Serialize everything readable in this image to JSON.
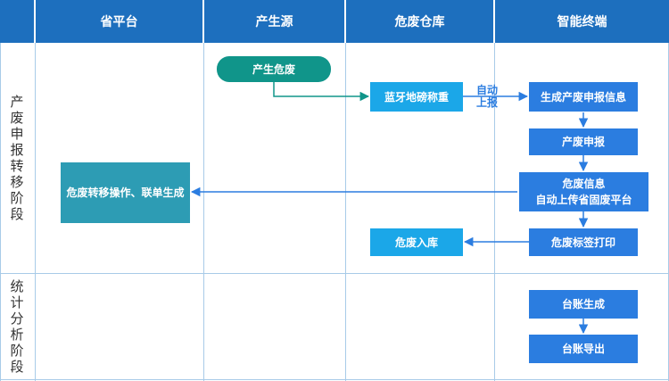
{
  "columns": [
    "省平台",
    "产生源",
    "危废仓库",
    "智能终端"
  ],
  "phases": {
    "transfer": "产废申报转移阶段",
    "analysis": "统计分析阶段"
  },
  "nodes": {
    "generate": "产生危废",
    "weighing": "蓝牙地磅称重",
    "gen_declare_info": "生成产废申报信息",
    "declare": "产废申报",
    "upload_line1": "危废信息",
    "upload_line2": "自动上传省固废平台",
    "transfer_op": "危废转移操作、联单生成",
    "warehouse_in": "危废入库",
    "label_print": "危废标签打印",
    "ledger_gen": "台账生成",
    "ledger_export": "台账导出"
  },
  "edge_labels": {
    "auto_report_line1": "自动",
    "auto_report_line2": "上报"
  },
  "colors": {
    "header": "#1d6fbe",
    "node_blue": "#2b7de0",
    "node_cyan": "#1ba7e8",
    "node_teal": "#2d9cb4",
    "start": "#10958a",
    "grid": "#a8cbe8"
  }
}
